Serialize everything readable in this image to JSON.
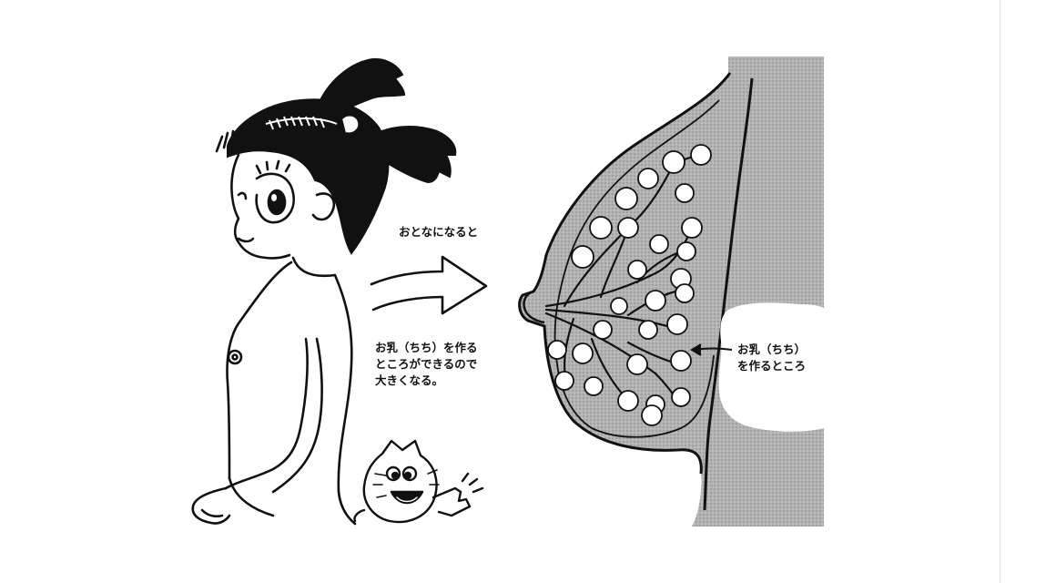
{
  "labels": {
    "adult": "おとなになると",
    "grow_line1": "お乳（ちち）を作る",
    "grow_line2": "ところができるので",
    "grow_line3": "大きくなる。",
    "gland_line1": "お乳（ちち）",
    "gland_line2": "を作るところ"
  },
  "colors": {
    "ink": "#111111",
    "tissue_gray": "#a9a9a9",
    "background": "#ffffff"
  }
}
